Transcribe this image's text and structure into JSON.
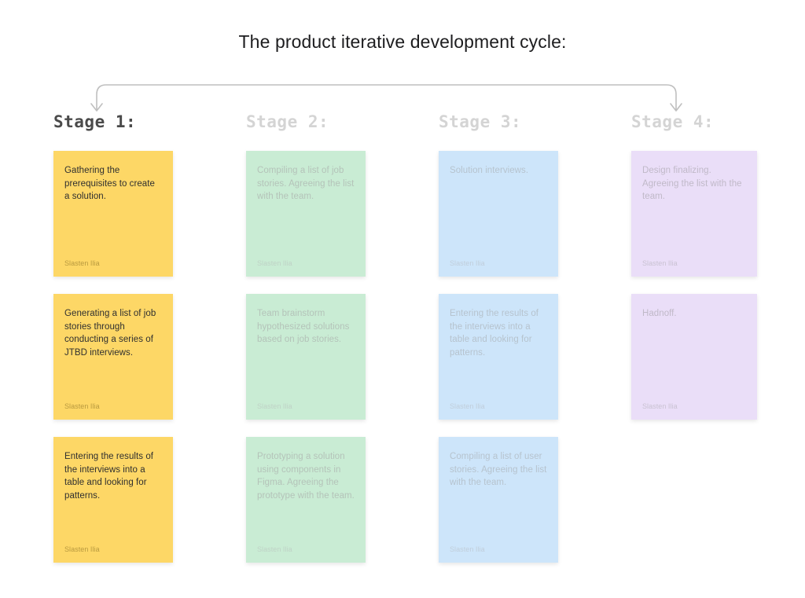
{
  "page": {
    "title": "The product iterative development cycle:",
    "background_color": "#ffffff"
  },
  "cycle_arrow": {
    "name": "iteration-loop-arrow",
    "color": "#bfbfbf",
    "description": "Loop arrow from Stage 1 over to Stage 4, arrowheads pointing down at both ends"
  },
  "columns": [
    {
      "id": "stage-1",
      "header": "Stage 1:",
      "state": "active",
      "card_color": "#fdd766",
      "cards": [
        {
          "text": "Gathering the prerequisites to create a solution.",
          "author": "Slasten Ilia"
        },
        {
          "text": "Generating a list of job stories through conducting a series of JTBD interviews.",
          "author": "Slasten Ilia"
        },
        {
          "text": "Entering the results of the interviews into a table and looking for patterns.",
          "author": "Slasten Ilia"
        }
      ]
    },
    {
      "id": "stage-2",
      "header": "Stage 2:",
      "state": "inactive",
      "card_color": "#c9ecd4",
      "cards": [
        {
          "text": "Compiling a list of job stories. Agreeing the list with the team.",
          "author": "Slasten Ilia"
        },
        {
          "text": "Team brainstorm hypothesized solutions based on job stories.",
          "author": "Slasten Ilia"
        },
        {
          "text": "Prototyping a solution using components in Figma. Agreeing the prototype with the team.",
          "author": "Slasten Ilia"
        }
      ]
    },
    {
      "id": "stage-3",
      "header": "Stage 3:",
      "state": "inactive",
      "card_color": "#cde5fa",
      "cards": [
        {
          "text": "Solution interviews.",
          "author": "Slasten Ilia"
        },
        {
          "text": "Entering the results of the interviews into a table and looking for patterns.",
          "author": "Slasten Ilia"
        },
        {
          "text": "Compiling a list of user stories. Agreeing the list with the team.",
          "author": "Slasten Ilia"
        }
      ]
    },
    {
      "id": "stage-4",
      "header": "Stage 4:",
      "state": "inactive",
      "card_color": "#eadef8",
      "cards": [
        {
          "text": "Design finalizing. Agreeing the list with the team.",
          "author": "Slasten Ilia"
        },
        {
          "text": "Hadnoff.",
          "author": "Slasten Ilia"
        }
      ]
    }
  ]
}
